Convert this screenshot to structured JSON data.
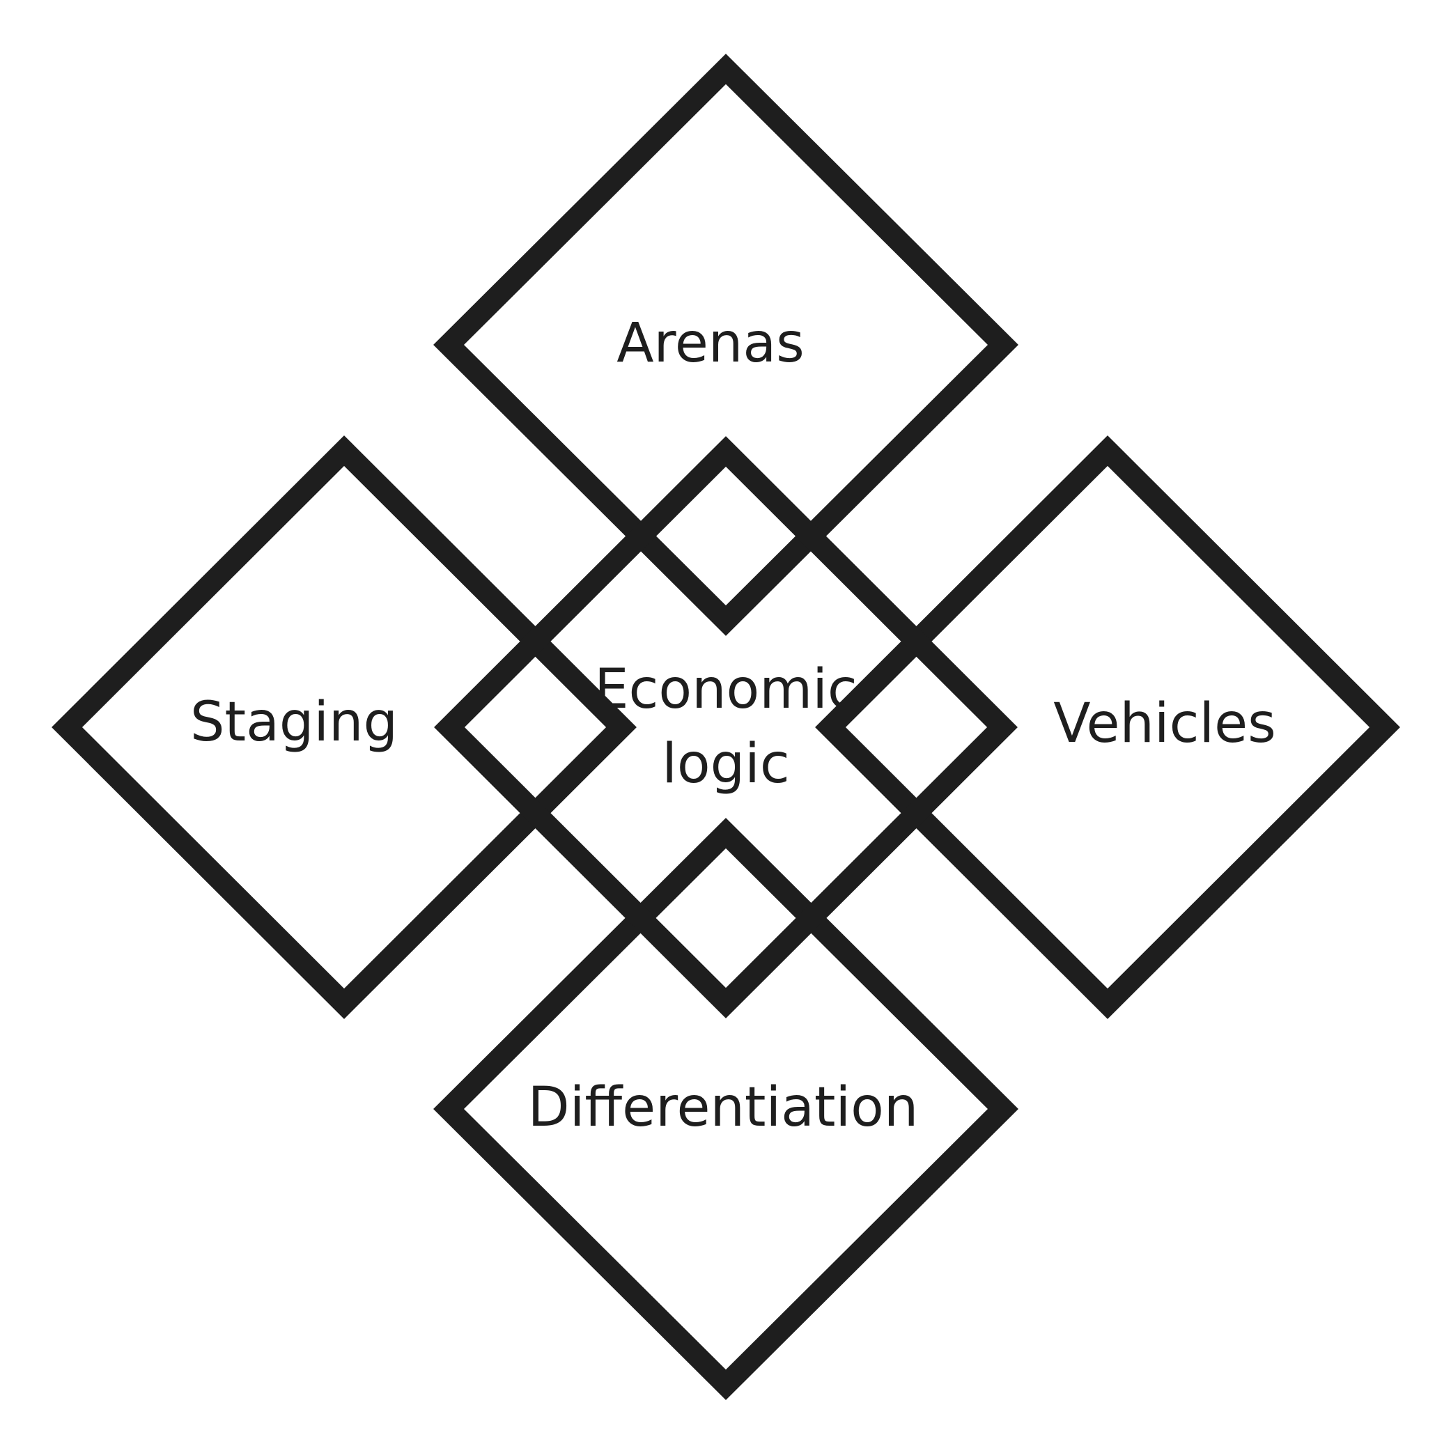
{
  "colors": {
    "stroke": "#1e1e1e",
    "text": "#1e1e1e",
    "background": "#ffffff"
  },
  "nodes": {
    "arenas": {
      "label": "Arenas"
    },
    "staging": {
      "label": "Staging"
    },
    "center": {
      "line1": "Economic",
      "line2": "logic"
    },
    "vehicles": {
      "label": "Vehicles"
    },
    "differentiation": {
      "label": "Differentiation"
    }
  }
}
